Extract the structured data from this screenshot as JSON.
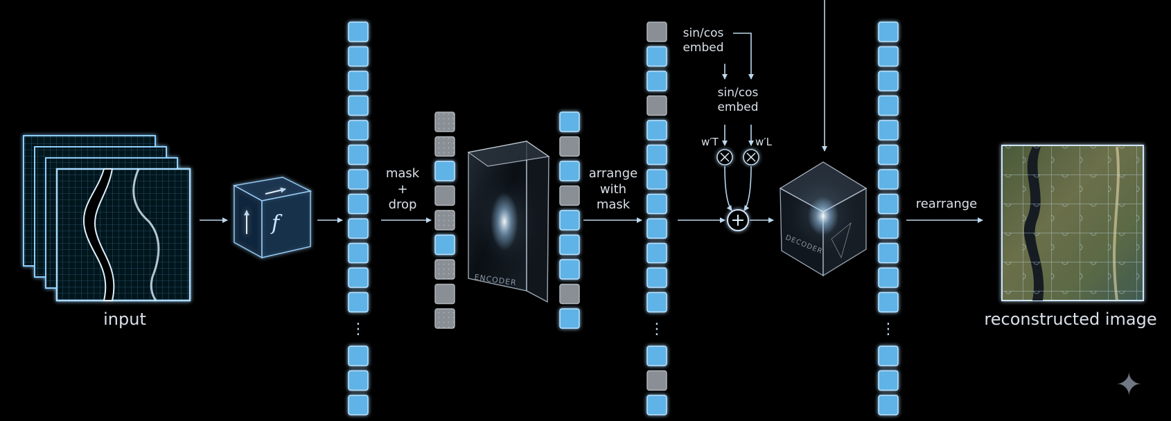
{
  "labels": {
    "input": "input",
    "mask_drop": [
      "mask",
      "+",
      "drop"
    ],
    "arrange_with_mask": [
      "arrange",
      "with",
      "mask"
    ],
    "sin_cos_embed_1": [
      "sin/cos",
      "embed"
    ],
    "sin_cos_embed_2": [
      "sin/cos",
      "embed"
    ],
    "w_t": "w′T",
    "w_l": "w′L",
    "encoder": "ENCODER",
    "decoder": "DECODER",
    "f": "f",
    "rearrange": "rearrange",
    "reconstructed_image": "reconstructed image",
    "ellipsis": "⋮"
  },
  "colors": {
    "background": "#000000",
    "token_blue": "#5fb3e6",
    "token_gray": "#8a8f96",
    "glow": "#7fc8ff",
    "arrow": "#bcd8ee",
    "text": "#d9e0e8"
  },
  "token_columns": {
    "patches": [
      "b",
      "b",
      "b",
      "b",
      "b",
      "b",
      "b",
      "b",
      "b",
      "b",
      "b",
      "b"
    ],
    "patches_tail": [
      "b",
      "b",
      "b"
    ],
    "masked": [
      "d",
      "d",
      "b",
      "g",
      "d",
      "b",
      "d",
      "g",
      "d"
    ],
    "encoded": [
      "b",
      "g",
      "b",
      "g",
      "b",
      "b",
      "b",
      "g",
      "b"
    ],
    "arranged": [
      "g",
      "b",
      "b",
      "g",
      "b",
      "b",
      "b",
      "b",
      "b",
      "b",
      "b",
      "b"
    ],
    "arranged_tail": [
      "b",
      "g",
      "b"
    ],
    "decoded": [
      "b",
      "b",
      "b",
      "b",
      "b",
      "b",
      "b",
      "b",
      "b",
      "b",
      "b",
      "b"
    ],
    "decoded_tail": [
      "b",
      "b",
      "b"
    ]
  },
  "icons": {
    "cube": "projection-cube-icon",
    "encoder": "prism-icon",
    "decoder": "crystal-cube-icon",
    "plus": "circle-plus-icon",
    "times": "circle-times-icon",
    "sparkle": "sparkle-icon"
  }
}
